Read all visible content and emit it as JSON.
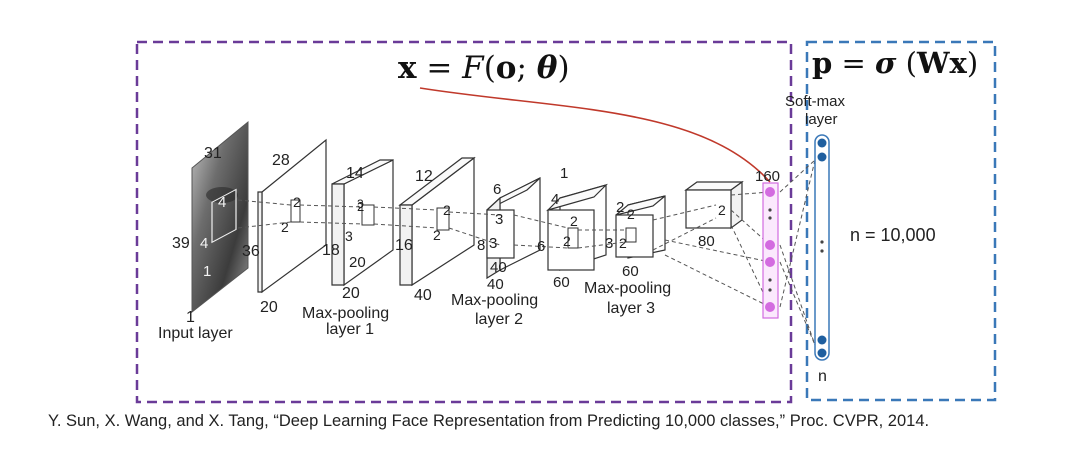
{
  "formulas": {
    "feature": {
      "bold_x": "x",
      "eq": " = ",
      "func": "F",
      "open": "(",
      "arg_o": "o",
      "sep": "; ",
      "arg_theta": "θ",
      "close": ")"
    },
    "softmax": {
      "bold_p": "p",
      "eq": " = ",
      "sigma": "σ",
      "open": " (",
      "arg": "Wx",
      "close": ")"
    }
  },
  "labels": {
    "input_31": "31",
    "input_39": "39",
    "input_1": "1",
    "input_name": "Input layer",
    "input_k4a": "4",
    "input_k4b": "4",
    "input_k1": "1",
    "input_36": "36",
    "conv1_28": "28",
    "conv1_20": "20",
    "conv1_k2a": "2",
    "conv1_k2b": "2",
    "pool1_14": "14",
    "pool1_18": "18",
    "pool1_20": "20",
    "pool1_20b": "20",
    "pool1_k2": "2",
    "pool1_k3a": "3",
    "pool1_k3b": "3",
    "pool1_name_1": "Max-pooling",
    "pool1_name_2": "layer 1",
    "conv2_12": "12",
    "conv2_16": "16",
    "conv2_40": "40",
    "conv2_k2a": "2",
    "conv2_k2b": "2",
    "pool2_6": "6",
    "pool2_8": "8",
    "pool2_40a": "40",
    "pool2_40b": "40",
    "pool2_k3a": "3",
    "pool2_k3b": "3",
    "pool2_name_1": "Max-pooling",
    "pool2_name_2": "layer 2",
    "conv3_4": "4",
    "conv3_6": "6",
    "conv3_60": "60",
    "conv3_k2a": "2",
    "conv3_k2b": "2",
    "conv3_1": "1",
    "pool3_2a": "2",
    "pool3_2b": "2",
    "pool3_60": "60",
    "pool3_3": "3",
    "pool3_k2": "2",
    "pool3_name_1": "Max-pooling",
    "pool3_name_2": "layer 3",
    "conv4_80": "80",
    "conv4_k2": "2",
    "deepid_160": "160",
    "softmax_name_1": "Soft-max",
    "softmax_name_2": "layer",
    "softmax_n": "n",
    "n_value": "n = 10,000"
  },
  "citation": "Y. Sun, X. Wang, and X. Tang, “Deep Learning Face Representation from Predicting 10,000 classes,” Proc. CVPR, 2014.",
  "colors": {
    "purple_frame": "#6a3b98",
    "blue_frame": "#3a78b8",
    "magenta_node": "#d36be0",
    "blue_node": "#1f5f9f",
    "red_curve": "#c0392b"
  }
}
